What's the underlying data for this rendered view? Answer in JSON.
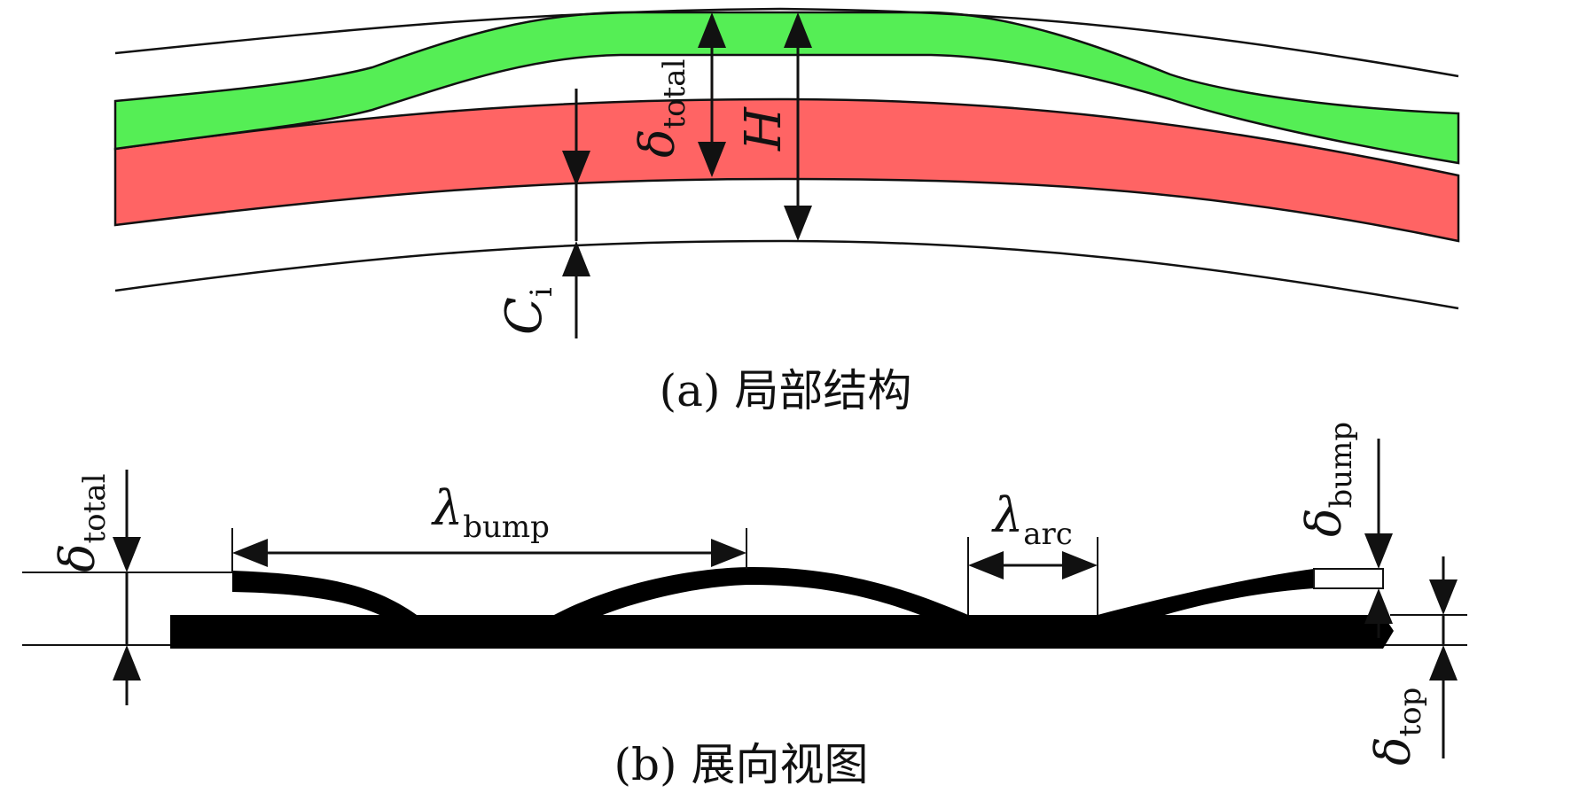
{
  "panel_a": {
    "caption": "(a) 局部结构",
    "labels": {
      "delta_total": {
        "symbol": "δ",
        "sub": "total"
      },
      "H": {
        "symbol": "H"
      },
      "C_i": {
        "symbol": "C",
        "sub": "i"
      }
    },
    "colors": {
      "upper_layer": "#55ee55",
      "lower_layer": "#ff6464",
      "outline": "#111111"
    }
  },
  "panel_b": {
    "caption": "(b) 展向视图",
    "labels": {
      "delta_total": {
        "symbol": "δ",
        "sub": "total"
      },
      "lambda_bump": {
        "symbol": "λ",
        "sub": "bump"
      },
      "lambda_arc": {
        "symbol": "λ",
        "sub": "arc"
      },
      "delta_bump": {
        "symbol": "δ",
        "sub": "bump"
      },
      "delta_top": {
        "symbol": "δ",
        "sub": "top"
      }
    },
    "colors": {
      "foil": "#000000"
    }
  }
}
